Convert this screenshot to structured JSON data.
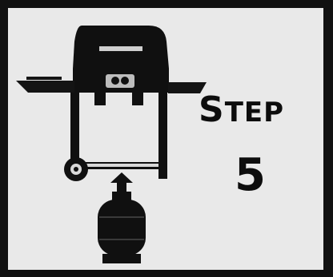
{
  "step": {
    "first_letter": "S",
    "rest": "TEP",
    "number": "5"
  },
  "colors": {
    "frame": "#111111",
    "panel": "#e9e9e9",
    "ink": "#0d0d0d"
  },
  "icons": [
    "gas-grill-icon",
    "propane-tank-icon",
    "arrow-up-icon"
  ]
}
